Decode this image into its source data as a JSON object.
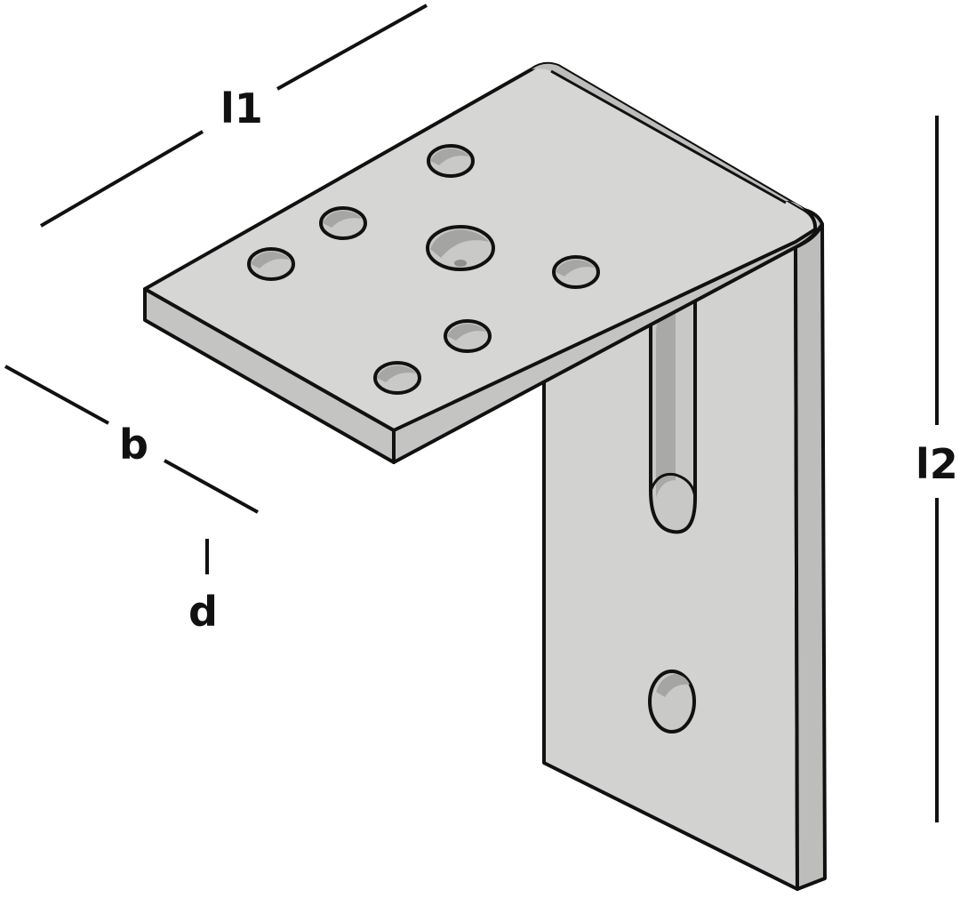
{
  "diagram": {
    "labels": {
      "l1": "l1",
      "l2": "l2",
      "b": "b",
      "d": "d"
    },
    "colors": {
      "plate_face": "#d4d4d2",
      "plate_edge": "#bcbcba",
      "plate_side": "#c6c6c4",
      "hole_shadow": "#a8a8a6",
      "outline": "#111111",
      "dimension_line": "#111111",
      "background": "#ffffff"
    }
  }
}
